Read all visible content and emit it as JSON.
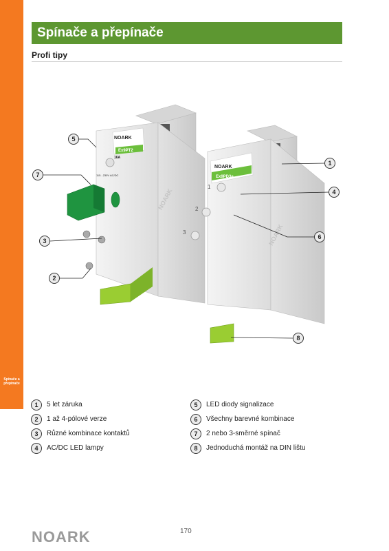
{
  "header": {
    "title": "Spínače a přepínače",
    "subtitle": "Profi tipy"
  },
  "side_tab": {
    "line1": "Spínače a",
    "line2": "přepínače"
  },
  "colors": {
    "orange": "#f47920",
    "green": "#5d9731",
    "device_green": "#2e9a3a",
    "lime": "#9acd32"
  },
  "photo": {
    "brand_left": "NOARK",
    "brand_right": "NOARK",
    "model_left": "Ex9PT2",
    "model_right": "Ex9PD3e",
    "rating_left": "16A",
    "voltage_left": "115...230V AC/DC",
    "position_labels": [
      "1",
      "2",
      "3"
    ],
    "callouts": [
      "5",
      "7",
      "3",
      "2",
      "1",
      "4",
      "6",
      "8"
    ]
  },
  "legend": [
    {
      "num": "1",
      "text": "5 let záruka"
    },
    {
      "num": "2",
      "text": "1 až 4-pólové verze"
    },
    {
      "num": "3",
      "text": "Různé kombinace kontaktů"
    },
    {
      "num": "4",
      "text": "AC/DC LED lampy"
    },
    {
      "num": "5",
      "text": "LED diody signalizace"
    },
    {
      "num": "6",
      "text": "Všechny barevné kombinace"
    },
    {
      "num": "7",
      "text": "2 nebo 3-směrné spínač"
    },
    {
      "num": "8",
      "text": "Jednoduchá montáž na DIN lištu"
    }
  ],
  "footer": {
    "page_number": "170",
    "logo": "NOARK"
  }
}
